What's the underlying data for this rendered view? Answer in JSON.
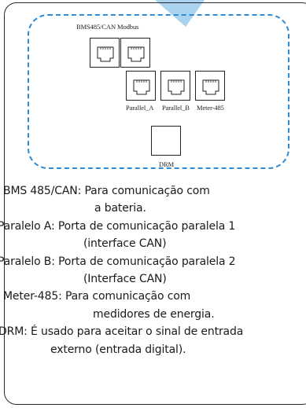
{
  "ports": {
    "group_label": "BMS485/CAN Modbus",
    "parallel_a": "Parallel_A",
    "parallel_b": "Parallel_B",
    "meter": "Meter-485",
    "drm": "DRM"
  },
  "descriptions": [
    {
      "term": "BMS 485/CAN:",
      "text": "Para comunicação com",
      "cont": "a bateria."
    },
    {
      "term": "Paralelo A:",
      "text": "Porta de comunicação paralela 1",
      "cont": "(interface CAN)"
    },
    {
      "term": "Paralelo B:",
      "text": "Porta de comunicação paralela 2",
      "cont": "(Interface CAN)"
    },
    {
      "term": "Meter-485:",
      "text": "Para comunicação com",
      "cont": "medidores de energia."
    },
    {
      "term": "DRM:",
      "text": "É usado para aceitar o sinal de entrada",
      "cont": "externo (entrada digital)."
    }
  ],
  "colors": {
    "dashed_border": "#2e8bd6",
    "pointer_arrow": "#a9d3ee",
    "frame": "#2b2b2b"
  }
}
